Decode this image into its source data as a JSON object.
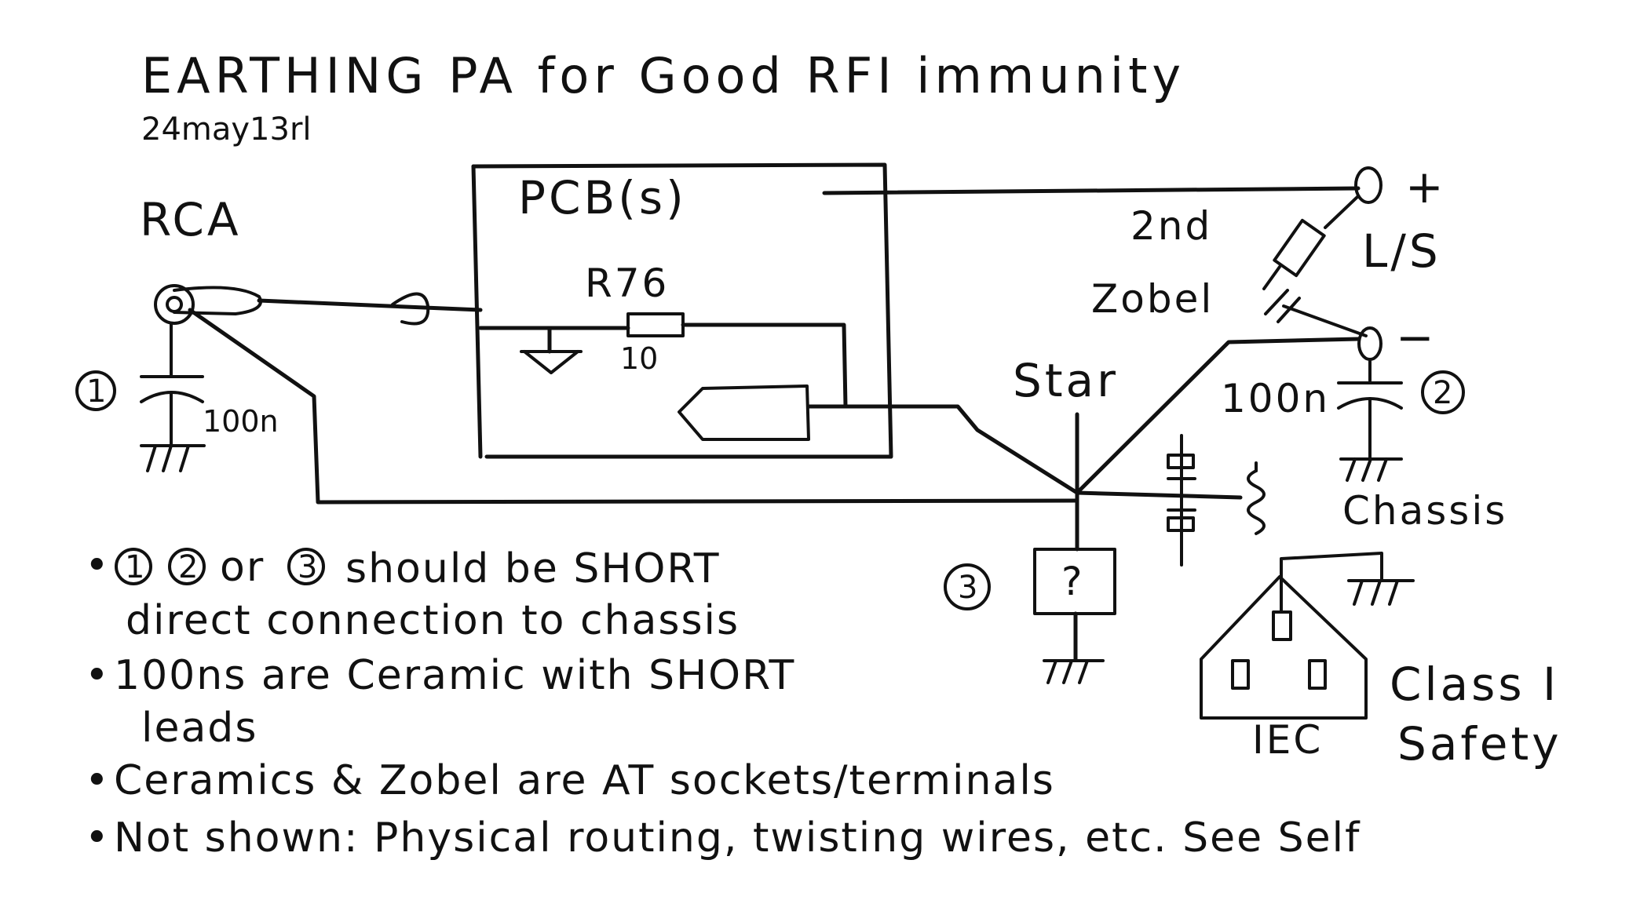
{
  "title": "EARTHING PA for Good RFI immunity",
  "date": "24may13rl",
  "labels": {
    "rca": "RCA",
    "pcb": "PCB(s)",
    "r76": "R76",
    "r76_value": "10",
    "second_zobel_line1": "2nd",
    "second_zobel_line2": "Zobel",
    "ls": "L/S",
    "plus": "+",
    "minus": "−",
    "star": "Star",
    "cap_left": "100n",
    "cap_right": "100n",
    "chassis": "Chassis",
    "unknown": "?",
    "iec": "IEC",
    "class_line1": "Class I",
    "class_line2": "Safety"
  },
  "markers": [
    "1",
    "2",
    "3"
  ],
  "notes": {
    "note1_a": "should be SHORT",
    "note1_or": "or",
    "note1_b": "direct connection to chassis",
    "note2_a": "100ns are Ceramic with SHORT",
    "note2_b": "leads",
    "note3": "Ceramics & Zobel are AT sockets/terminals",
    "note4": "Not shown: Physical routing, twisting wires, etc. See Self"
  }
}
